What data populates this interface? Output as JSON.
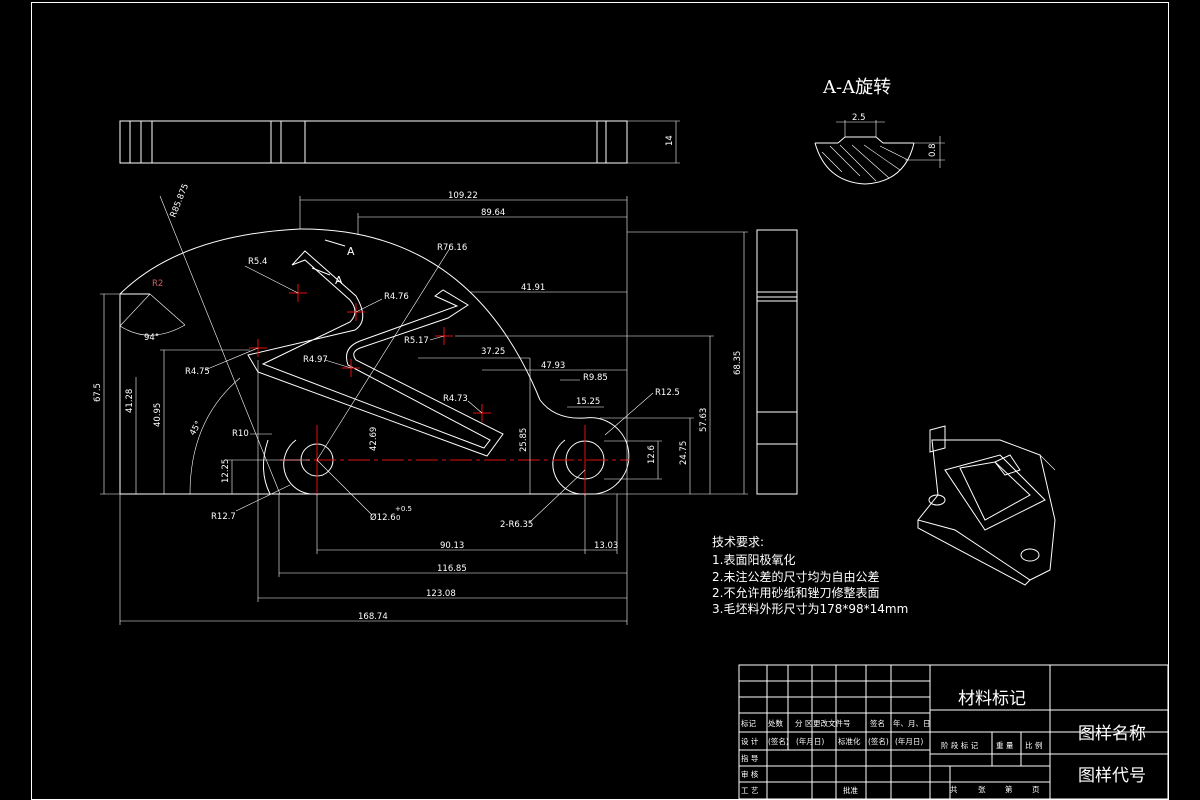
{
  "section_view": {
    "title": "A-A旋转",
    "dim_width": "2.5",
    "dim_depth": "0.8"
  },
  "side_view": {
    "dim_thickness": "14"
  },
  "dimensions": {
    "d109_22": "109.22",
    "d89_64": "89.64",
    "d41_91": "41.91",
    "d37_25": "37.25",
    "d47_93": "47.93",
    "d15_25": "15.25",
    "d90_13": "90.13",
    "d13_03": "13.03",
    "d116_85": "116.85",
    "d123_08": "123.08",
    "d168_74": "168.74",
    "d67_5": "67.5",
    "d41_28": "41.28",
    "d40_95": "40.95",
    "d12_25": "12.25",
    "d42_69": "42.69",
    "d25_85": "25.85",
    "d12_6": "12.6",
    "d24_75": "24.75",
    "d57_63": "57.63",
    "d68_35": "68.35",
    "r85_875": "R85.875",
    "r2": "R2",
    "a94": "94°",
    "a45": "45°",
    "r5_4": "R5.4",
    "r4_76": "R4.76",
    "r76_16": "R76.16",
    "r5_17": "R5.17",
    "r4_75": "R4.75",
    "r4_97": "R4.97",
    "r9_85": "R9.85",
    "r4_73": "R4.73",
    "r12_5": "R12.5",
    "r10": "R10",
    "r12_7": "R12.7",
    "phi12_6": "Ø12.6",
    "tol_up": "+0.5",
    "tol_low": "0",
    "two_r6_35": "2-R6.35",
    "label_a": "A"
  },
  "tech_requirements": {
    "heading": "技术要求:",
    "items": [
      "1.表面阳极氧化",
      "2.未注公差的尺寸均为自由公差",
      "2.不允许用砂纸和锉刀修整表面",
      "3.毛坯料外形尺寸为178*98*14mm"
    ]
  },
  "title_block": {
    "material_mark": "材料标记",
    "drawing_name": "图样名称",
    "drawing_code": "图样代号",
    "row_headers": [
      "标记",
      "处数",
      "分 区",
      "更改文件号",
      "签名",
      "年、月、日"
    ],
    "design_row": [
      "设 计",
      "(签名)",
      "(年月日)",
      "标准化",
      "(签名)",
      "(年月日)"
    ],
    "stage_row": [
      "阶 段 标 记",
      "重 量",
      "比 例"
    ],
    "left_labels": [
      "指 导",
      "审 核",
      "工 艺"
    ],
    "approve": "批准",
    "sheet_row": [
      "共",
      "张",
      "第",
      "页"
    ]
  }
}
